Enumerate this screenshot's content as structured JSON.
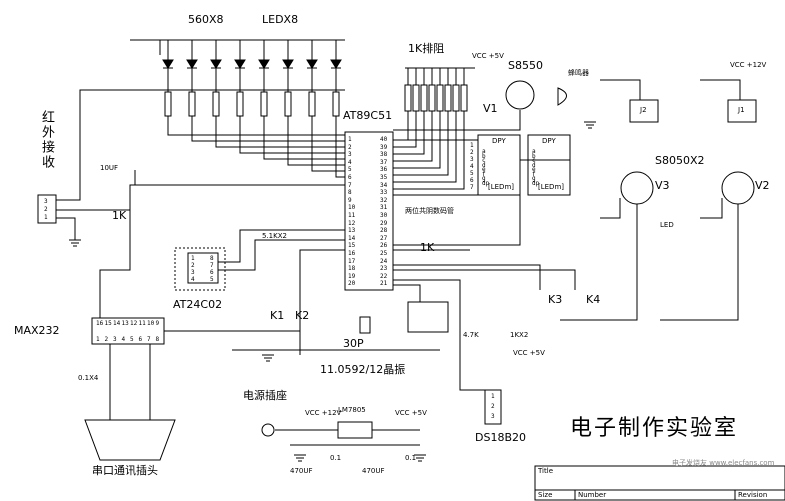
{
  "labels": {
    "led_resistor": "560X8",
    "leds": "LEDX8",
    "resistor_array": "1K排阻",
    "mcu": "AT89C51",
    "ir_receiver": "红外接收",
    "cap_10uf": "10UF",
    "res_1k": "1K",
    "eeprom": "AT24C02",
    "pullup": "5.1KX2",
    "max232": "MAX232",
    "cap_max": "0.1X4",
    "serial_plug": "串口通讯插头",
    "display": "两位共阴数码管",
    "res_1k_b": "1K",
    "k1": "K1",
    "k2": "K2",
    "k3": "K3",
    "k4": "K4",
    "crystal_cap": "30P",
    "crystal": "11.0592/12晶振",
    "res_47k": "4.7K",
    "res_1kx2": "1KX2",
    "vcc5_a": "VCC +5V",
    "vcc5_b": "VCC +5V",
    "vcc5_c": "VCC +5V",
    "vcc12_a": "VCC +12V",
    "vcc12_b": "VCC +12V",
    "transistor_v1": "V1",
    "buzzer_tr": "S8550",
    "buzzer": "蜂鸣器",
    "relay_j2": "J2",
    "relay_j1": "J1",
    "relay_tr": "S8050X2",
    "v3": "V3",
    "v2": "V2",
    "led": "LED",
    "sensor": "DS18B20",
    "power_socket": "电源插座",
    "regulator": "LM7805",
    "cap_470_a": "470UF",
    "cap_470_b": "470UF",
    "cap_01_a": "0.1",
    "cap_01_b": "0.1",
    "lab_name": "电子制作实验室",
    "watermark": "电子发烧友 www.elecfans.com",
    "title_block": {
      "title": "Title",
      "size": "Size",
      "number": "Number",
      "revision": "Revision"
    },
    "seg_dpy": "DPY",
    "seg_ledm": "[LEDm]"
  },
  "mcu_pins_left": [
    "1",
    "2",
    "3",
    "4",
    "5",
    "6",
    "7",
    "8",
    "9",
    "10",
    "11",
    "12",
    "13",
    "14",
    "15",
    "16",
    "17",
    "18",
    "19",
    "20"
  ],
  "mcu_pins_right": [
    "40",
    "39",
    "38",
    "37",
    "36",
    "35",
    "34",
    "33",
    "32",
    "31",
    "30",
    "29",
    "28",
    "27",
    "26",
    "25",
    "24",
    "23",
    "22",
    "21"
  ],
  "max232_pins_top": [
    "16",
    "15",
    "14",
    "13",
    "12",
    "11",
    "10",
    "9"
  ],
  "max232_pins_bottom": [
    "1",
    "2",
    "3",
    "4",
    "5",
    "6",
    "7",
    "8"
  ],
  "eeprom_pins_left": [
    "1",
    "2",
    "3",
    "4"
  ],
  "eeprom_pins_right": [
    "8",
    "7",
    "6",
    "5"
  ],
  "sensor_pins": [
    "1",
    "2",
    "3"
  ],
  "ir_pins": [
    "3",
    "2",
    "1"
  ],
  "seg_digits": [
    "1",
    "2",
    "3",
    "4",
    "5",
    "6",
    "7"
  ],
  "seg_letters": [
    "a",
    "b",
    "c",
    "d",
    "e",
    "f",
    "g",
    "dp"
  ]
}
